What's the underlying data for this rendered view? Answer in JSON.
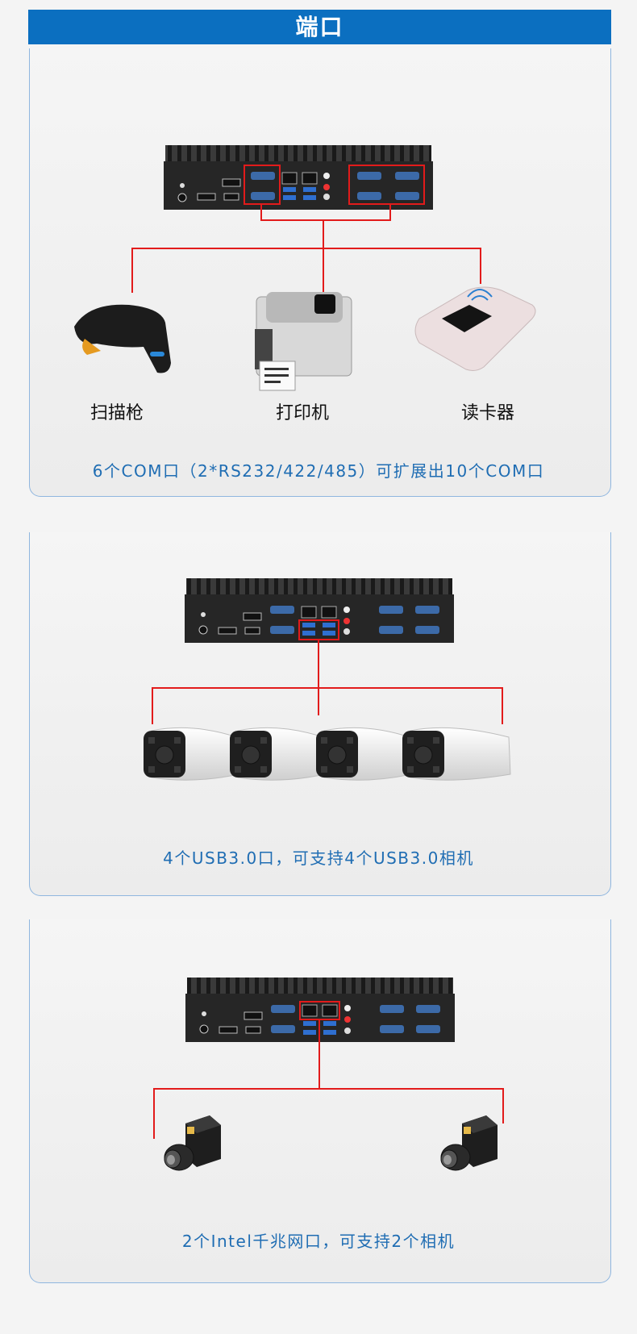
{
  "header": {
    "title": "端口"
  },
  "com_section": {
    "devices": [
      {
        "label": "扫描枪"
      },
      {
        "label": "打印机"
      },
      {
        "label": "读卡器"
      }
    ],
    "caption": "6个COM口（2*RS232/422/485）可扩展出10个COM口"
  },
  "usb_section": {
    "caption": "4个USB3.0口，可支持4个USB3.0相机"
  },
  "lan_section": {
    "caption": "2个Intel千兆网口，可支持2个相机"
  },
  "colors": {
    "accent": "#0b6fc0",
    "caption": "#1f6db3",
    "highlight": "#e21b1b"
  }
}
